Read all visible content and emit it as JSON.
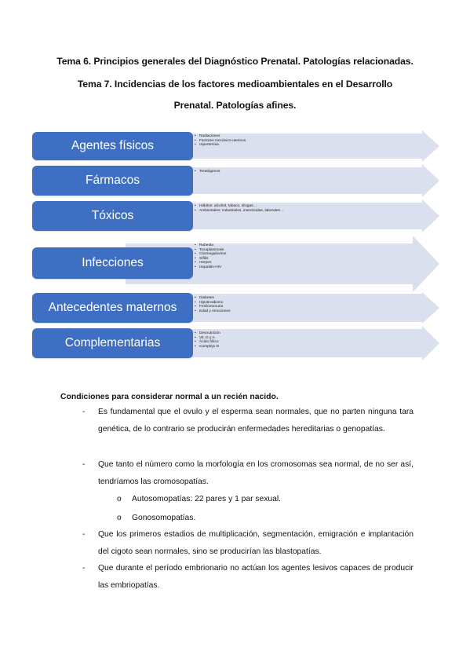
{
  "header": {
    "line1": "Tema 6. Principios generales del Diagnóstico Prenatal. Patologías relacionadas.",
    "line2": "Tema 7. Incidencias de los factores medioambientales en el Desarrollo",
    "line3": "Prenatal. Patologías afines."
  },
  "diagram": {
    "arrow_color": "#dbe0ef",
    "box_color": "#3f6fc2",
    "rows": [
      {
        "label": "Agentes físicos",
        "items": [
          "Radiaciones",
          "Factores mecánico-uterinos",
          "Hipertermia"
        ]
      },
      {
        "label": "Fármacos",
        "items": [
          "Teratógenos"
        ]
      },
      {
        "label": "Tóxicos",
        "items": [
          "Hábitos: alcohol, tabaco, drogas…",
          "Ambientales: industriales, insecticidas, laborales…"
        ]
      },
      {
        "label": "Infecciones",
        "items": [
          "Rubeola",
          "Toxoplasmosis",
          "Citomegalovirus",
          "Sífilis",
          "Herpes",
          "Hepatitis-HIV"
        ]
      },
      {
        "label": "Antecedentes maternos",
        "items": [
          "Diabetes",
          "Hipotiroidismo",
          "Fenilcetonuria",
          "Edad y emociones"
        ]
      },
      {
        "label": "Complementarias",
        "items": [
          "Desnutrición",
          "Vit. D y A",
          "Ácido fólico",
          "Complejo D"
        ]
      }
    ]
  },
  "conditions": {
    "title": "Condiciones para considerar normal a un recién nacido.",
    "dash": "-",
    "sub_marker": "o",
    "items": [
      {
        "text": "Es fundamental que el ovulo y el esperma sean normales, que no parten ninguna tara genética, de lo contrario se producirán enfermedades hereditarias o genopatías."
      },
      {
        "text": "Que tanto el número como la morfología en los cromosomas sea normal, de no ser así, tendríamos las cromosopatías."
      },
      {
        "text": "Que los primeros estadios de multiplicación, segmentación, emigración e implantación del cigoto sean normales, sino se producirían las blastopatías."
      },
      {
        "text": "Que durante el período embrionario no actúan los agentes lesivos capaces de producir las embriopatías."
      }
    ],
    "sub_items": [
      "Autosomopatías: 22 pares y 1 par sexual.",
      "Gonosomopatías."
    ]
  }
}
